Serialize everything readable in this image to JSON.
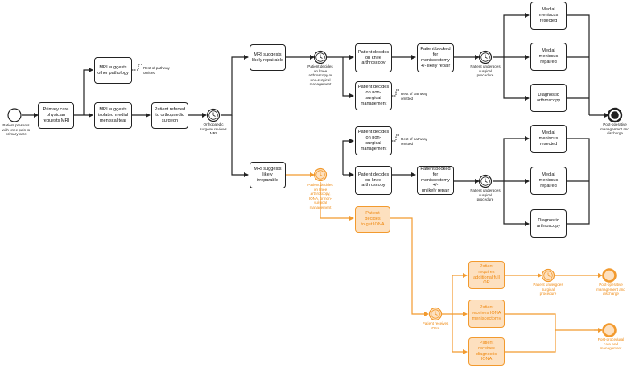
{
  "nodes": {
    "pcp": "Primary care\nphysician\nrequests MRI",
    "mri_other": "MRI suggests\nother pathology",
    "mri_isolated": "MRI suggests\nisolated medial\nmeniscal tear",
    "referred": "Patient referred\nto orthopaedic\nsurgeon",
    "repairable": "MRI suggests\nlikely repairable",
    "irreparable": "MRI suggests\nlikely irreparable",
    "knee_arth_1": "Patient decides\non knee\narthroscopy",
    "nonsurg_1": "Patient decides\non non-\nsurgical\nmanagement",
    "booked_1": "Patient booked\nfor\nmeniscectomy\n+/- likely repair",
    "resected_1": "Medial meniscus\nresected",
    "repaired_1": "Medial meniscus\nrepaired",
    "diag_1": "Diagnostic\narthroscopy",
    "nonsurg_2": "Patient decides\non non-\nsurgical\nmanagement",
    "knee_arth_2": "Patient decides\non knee\narthroscopy",
    "booked_2": "Patient booked\nfor\nmeniscectomy\n+/-\nunlikely repair",
    "resected_2": "Medial meniscus\nresected",
    "repaired_2": "Medial meniscus\nrepaired",
    "diag_2": "Diagnostic\narthroscopy",
    "iona_decide": "Patient decides\nto get IONA",
    "full_or": "Patient requires\nadditional full\nOR",
    "iona_menis": "Patient\nreceives IONA\nmeniscectomy",
    "iona_diag": "Patient receives\ndiagnostic IONA"
  },
  "labels": {
    "start": "Patient presents\nwith knee pain to\nprimary care",
    "ortho_review": "Orthopaedic\nsurgeon reviews\nMRI",
    "decide_1": "Patient decides\non knee\narthroscopy or\nnon-surgical\nmanagement",
    "decide_2": "Patient decides\non knee\narthroscopy,\nIONA, or non-\nsurgical\nmanagement",
    "surgery_1": "Patient undergoes\nsurgical\nprocedure",
    "surgery_2": "Patient undergoes\nsurgical\nprocedure",
    "end_main": "Post-operative\nmanagement and\ndischarge",
    "receives_iona": "Patient receives\nIONA",
    "surgery_3": "Patient undergoes\nsurgical\nprocedure",
    "end_or1": "Post-operative\nmanagement and\ndischarge",
    "end_or2": "Post-procedural\ncare and\nmanagement"
  },
  "notes": {
    "omit_1": "Rest of pathway\nomitted",
    "omit_2": "Rest of pathway\nomitted",
    "omit_3": "Rest of pathway\nomitted"
  },
  "colors": {
    "black": "#222222",
    "orange": "#f29a2e",
    "orange_fill": "#fde0bf"
  }
}
